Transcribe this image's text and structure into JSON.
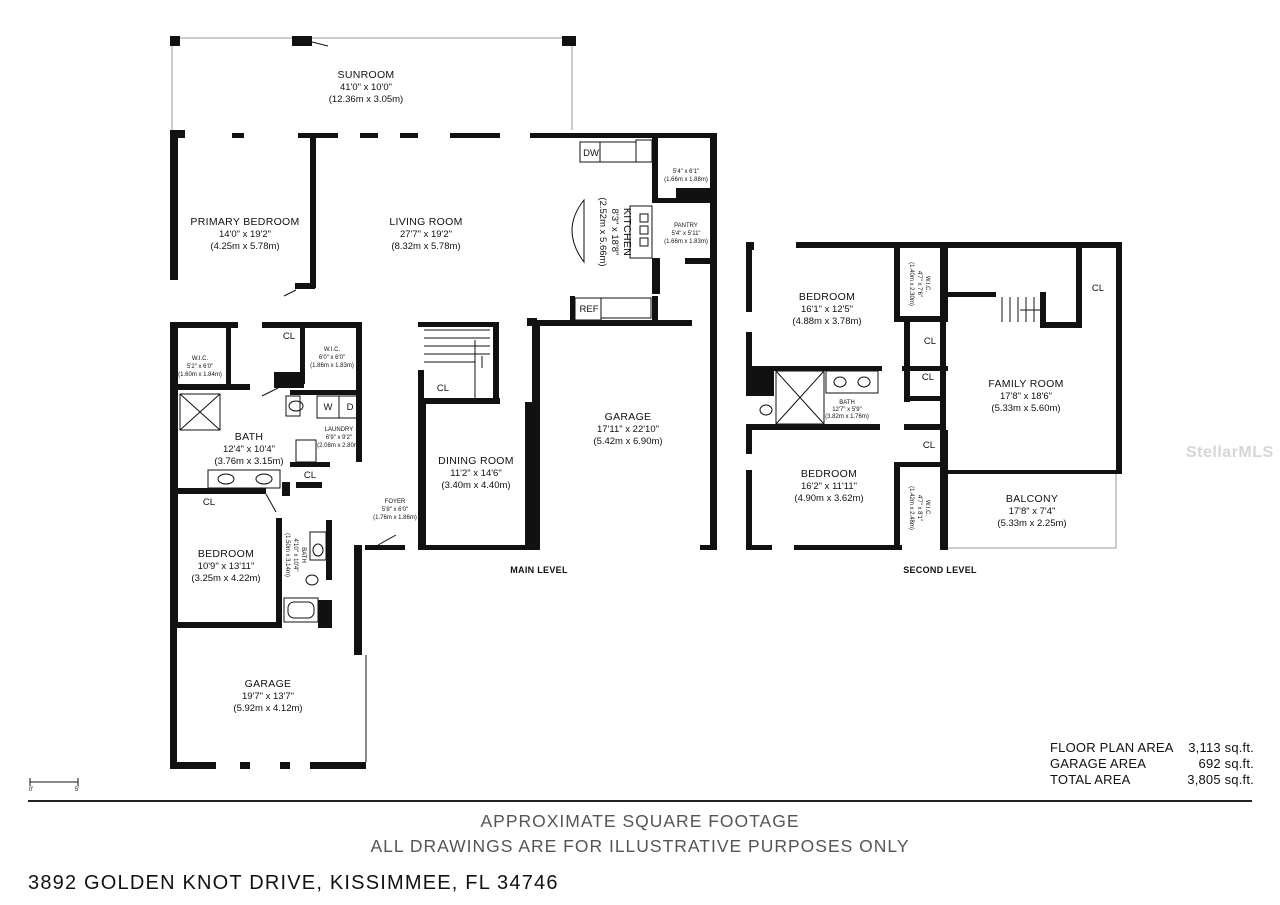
{
  "rooms": {
    "sunroom": {
      "name": "SUNROOM",
      "dim": "41'0\" x 10'0\"",
      "metric": "(12.36m x 3.05m)"
    },
    "primary_bedroom": {
      "name": "PRIMARY BEDROOM",
      "dim": "14'0\" x 19'2\"",
      "metric": "(4.25m x 5.78m)"
    },
    "living_room": {
      "name": "LIVING ROOM",
      "dim": "27'7\" x 19'2\"",
      "metric": "(8.32m x 5.78m)"
    },
    "kitchen": {
      "name": "KITCHEN",
      "dim": "8'3\" x 18'8\"",
      "metric": "(2.52m x 5.66m)"
    },
    "closet_small": {
      "dim": "5'4\" x 6'1\"",
      "metric": "(1.66m x 1.88m)"
    },
    "pantry": {
      "name": "PANTRY",
      "dim": "5'4\" x 5'11\"",
      "metric": "(1.66m x 1.83m)"
    },
    "wic_left": {
      "name": "W.I.C.",
      "dim": "5'2\" x 6'0\"",
      "metric": "(1.60m x 1.84m)"
    },
    "wic_primary": {
      "name": "W.I.C.",
      "dim": "6'0\" x 6'0\"",
      "metric": "(1.86m x 1.83m)"
    },
    "bath_primary": {
      "name": "BATH",
      "dim": "12'4\" x 10'4\"",
      "metric": "(3.76m x 3.15m)"
    },
    "laundry": {
      "name": "LAUNDRY",
      "dim": "6'9\" x 9'2\"",
      "metric": "(2.08m x 2.80m)"
    },
    "dining_room": {
      "name": "DINING ROOM",
      "dim": "11'2\" x 14'6\"",
      "metric": "(3.40m x 4.40m)"
    },
    "garage_main": {
      "name": "GARAGE",
      "dim": "17'11\" x 22'10\"",
      "metric": "(5.42m x 6.90m)"
    },
    "foyer": {
      "name": "FOYER",
      "dim": "5'8\" x 6'0\"",
      "metric": "(1.76m x 1.86m)"
    },
    "bedroom_main": {
      "name": "BEDROOM",
      "dim": "10'9\" x 13'11\"",
      "metric": "(3.25m x 4.22m)"
    },
    "bath_small": {
      "name": "BATH",
      "dim": "4'10\" x 10'4\"",
      "metric": "(1.50m x 3.14m)"
    },
    "garage_lower": {
      "name": "GARAGE",
      "dim": "19'7\" x 13'7\"",
      "metric": "(5.92m x 4.12m)"
    },
    "bedroom_up1": {
      "name": "BEDROOM",
      "dim": "16'1\" x 12'5\"",
      "metric": "(4.88m x 3.78m)"
    },
    "wic_up1": {
      "name": "W.I.C.",
      "dim": "4'7\" x 7'6\"",
      "metric": "(1.40m x 2.30m)"
    },
    "family_room": {
      "name": "FAMILY ROOM",
      "dim": "17'8\" x 18'6\"",
      "metric": "(5.33m x 5.60m)"
    },
    "bath_up": {
      "name": "BATH",
      "dim": "12'7\" x 5'9\"",
      "metric": "(3.82m x 1.76m)"
    },
    "bedroom_up2": {
      "name": "BEDROOM",
      "dim": "16'2\" x 11'11\"",
      "metric": "(4.90m x 3.62m)"
    },
    "wic_up2": {
      "name": "W.I.C.",
      "dim": "4'7\" x 8'1\"",
      "metric": "(1.42m x 2.48m)"
    },
    "balcony": {
      "name": "BALCONY",
      "dim": "17'8\" x 7'4\"",
      "metric": "(5.33m x 2.25m)"
    }
  },
  "fixtures": {
    "closet": "CL",
    "dishwasher": "DW",
    "refrigerator": "REF",
    "washer": "W",
    "dryer": "D"
  },
  "levels": {
    "main": "MAIN LEVEL",
    "second": "SECOND LEVEL"
  },
  "scale_bar": {
    "start": "0'",
    "end": "5'"
  },
  "areas": [
    {
      "label": "FLOOR PLAN AREA",
      "value": "3,113 sq.ft."
    },
    {
      "label": "GARAGE AREA",
      "value": "692 sq.ft."
    },
    {
      "label": "TOTAL AREA",
      "value": "3,805 sq.ft."
    }
  ],
  "disclaimer": {
    "line1": "APPROXIMATE SQUARE FOOTAGE",
    "line2": "ALL DRAWINGS ARE FOR ILLUSTRATIVE PURPOSES ONLY"
  },
  "address": "3892 GOLDEN KNOT DRIVE, KISSIMMEE, FL 34746",
  "watermark": "StellarMLS"
}
